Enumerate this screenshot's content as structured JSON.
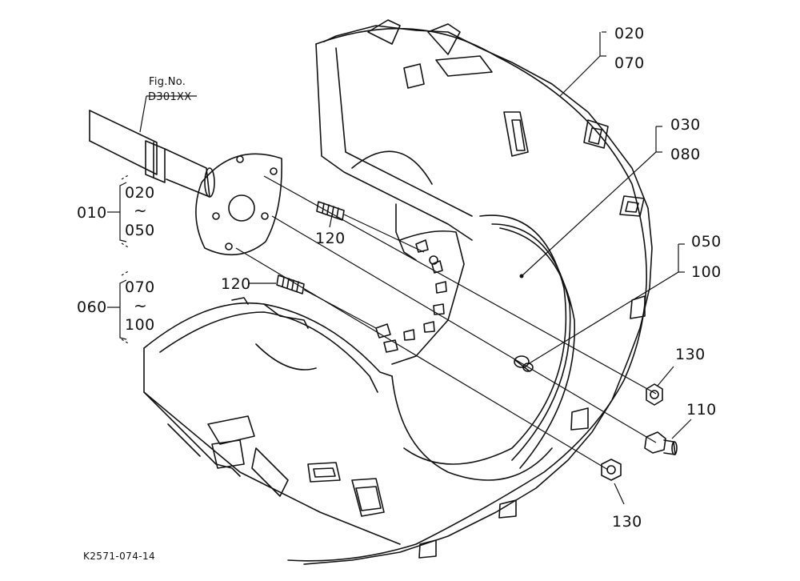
{
  "figure": {
    "reference_title": "Fig.No.",
    "reference_code": "D301XX",
    "drawing_code": "K2571-074-14"
  },
  "callouts": {
    "c020": "020",
    "c070": "070",
    "c030": "030",
    "c080": "080",
    "c050": "050",
    "c100": "100",
    "c130_top": "130",
    "c110": "110",
    "c130_bottom": "130",
    "c120_top": "120",
    "c120_left": "120"
  },
  "groups": {
    "g010": {
      "code": "010",
      "from": "020",
      "sep": "~",
      "to": "050"
    },
    "g060": {
      "code": "060",
      "from": "070",
      "sep": "~",
      "to": "100"
    }
  },
  "colors": {
    "ink": "#111111",
    "paper": "#ffffff"
  }
}
